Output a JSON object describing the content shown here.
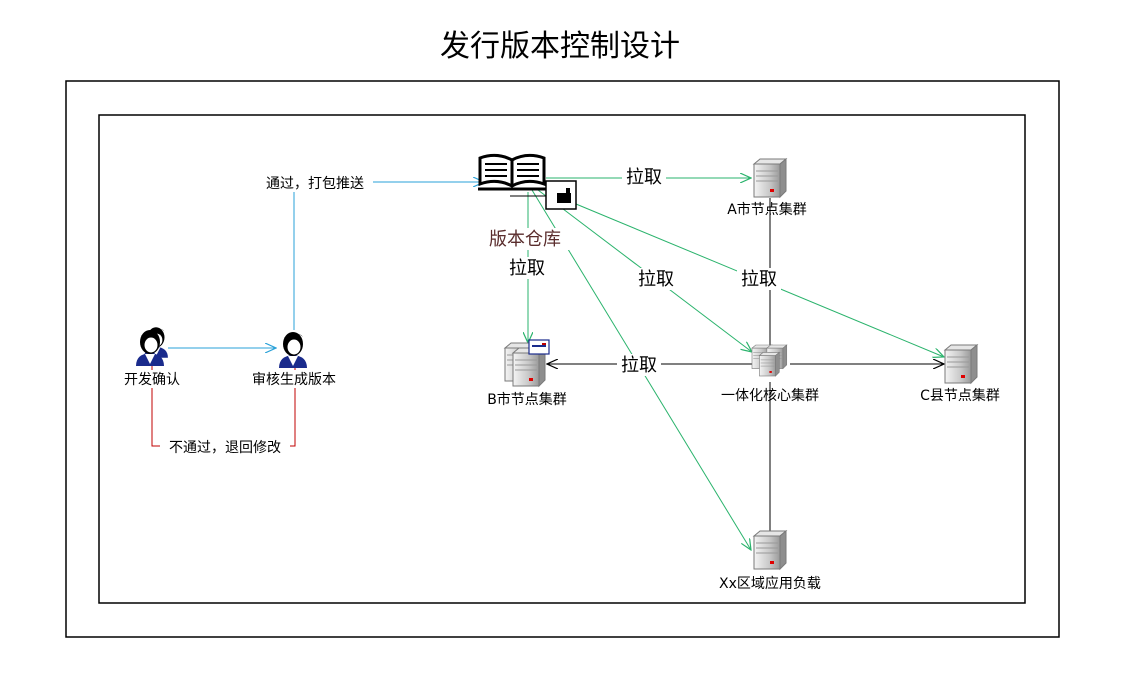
{
  "title": "发行版本控制设计",
  "nodes": {
    "dev": "开发确认",
    "review": "审核生成版本",
    "repo": "版本仓库",
    "a_cluster": "A市节点集群",
    "b_cluster": "B市节点集群",
    "core_cluster": "一体化核心集群",
    "c_cluster": "C县节点集群",
    "xx_app": "Xx区域应用负载"
  },
  "edges": {
    "pass_push": "通过，打包推送",
    "reject_modify": "不通过，退回修改",
    "pull": "拉取"
  },
  "colors": {
    "blue_edge": "#2aa1d8",
    "green_edge": "#2ab36c",
    "red_edge": "#c00000",
    "black_edge": "#000000",
    "repo_label": "#5a2d2d"
  },
  "icons": {
    "person": "person-icon",
    "server": "server-icon",
    "book": "book-icon",
    "printer": "printer-icon"
  }
}
